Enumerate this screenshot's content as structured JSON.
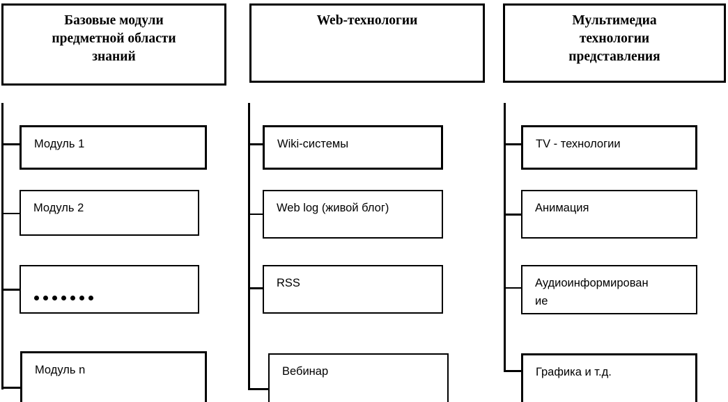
{
  "diagram": {
    "title_columns": [
      {
        "id": "base-modules",
        "heading": "Базовые модули\nпредметной области\nзнаний",
        "items": [
          {
            "label": "Модуль 1"
          },
          {
            "label": "Модуль 2"
          },
          {
            "label": "",
            "ellipsis_dots": 7
          },
          {
            "label": "Модуль n"
          }
        ]
      },
      {
        "id": "web-technologies",
        "heading": "Web-технологии",
        "items": [
          {
            "label": "Wiki-системы"
          },
          {
            "label": "Web log (живой блог)"
          },
          {
            "label": "RSS"
          },
          {
            "label": "Вебинар"
          }
        ]
      },
      {
        "id": "multimedia-technologies",
        "heading": "Мультимедиа\nтехнологии\nпредставления",
        "items": [
          {
            "label": "TV - технологии"
          },
          {
            "label": "Анимация"
          },
          {
            "label": "Аудиоинформирован\nие"
          },
          {
            "label": "Графика и т.д."
          }
        ]
      }
    ],
    "colors": {
      "line": "#000000",
      "background": "#ffffff",
      "text": "#000000"
    }
  }
}
